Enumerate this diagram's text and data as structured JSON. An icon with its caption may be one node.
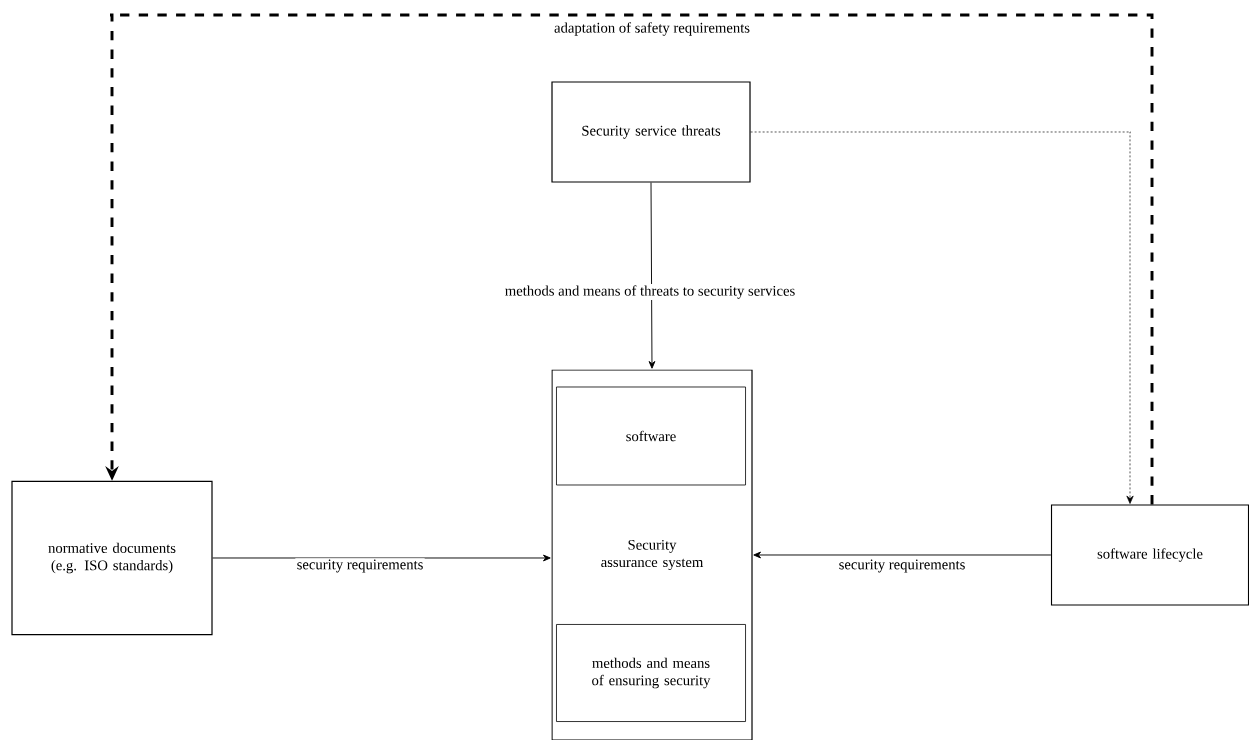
{
  "diagram": {
    "nodes": [
      {
        "text": [
          "Security service threats"
        ]
      },
      {
        "text": [
          "Security assurance system"
        ]
      },
      {
        "text": [
          "software"
        ],
        "in": 1
      },
      {
        "text": [
          "methods and means of ensuring security"
        ],
        "in": 1
      },
      {
        "text": [
          "normative documents (e.g. ISO standards)"
        ]
      },
      {
        "text": [
          "software lifecycle"
        ]
      }
    ],
    "edges": [
      {
        "from": 0,
        "to": 1,
        "arrow": "to",
        "label": "methods and means of threats to security services"
      },
      {
        "from": 4,
        "to": 1,
        "arrow": "to",
        "label": "security requirements"
      },
      {
        "from": 5,
        "to": 1,
        "arrow": "to",
        "label": "security requirements"
      },
      {
        "from": 0,
        "to": 5,
        "arrow": "to",
        "style": "dashed"
      },
      {
        "from": 5,
        "to": 4,
        "arrow": "to",
        "style": "dashed",
        "label": "adaptation of safety requirements"
      }
    ]
  }
}
